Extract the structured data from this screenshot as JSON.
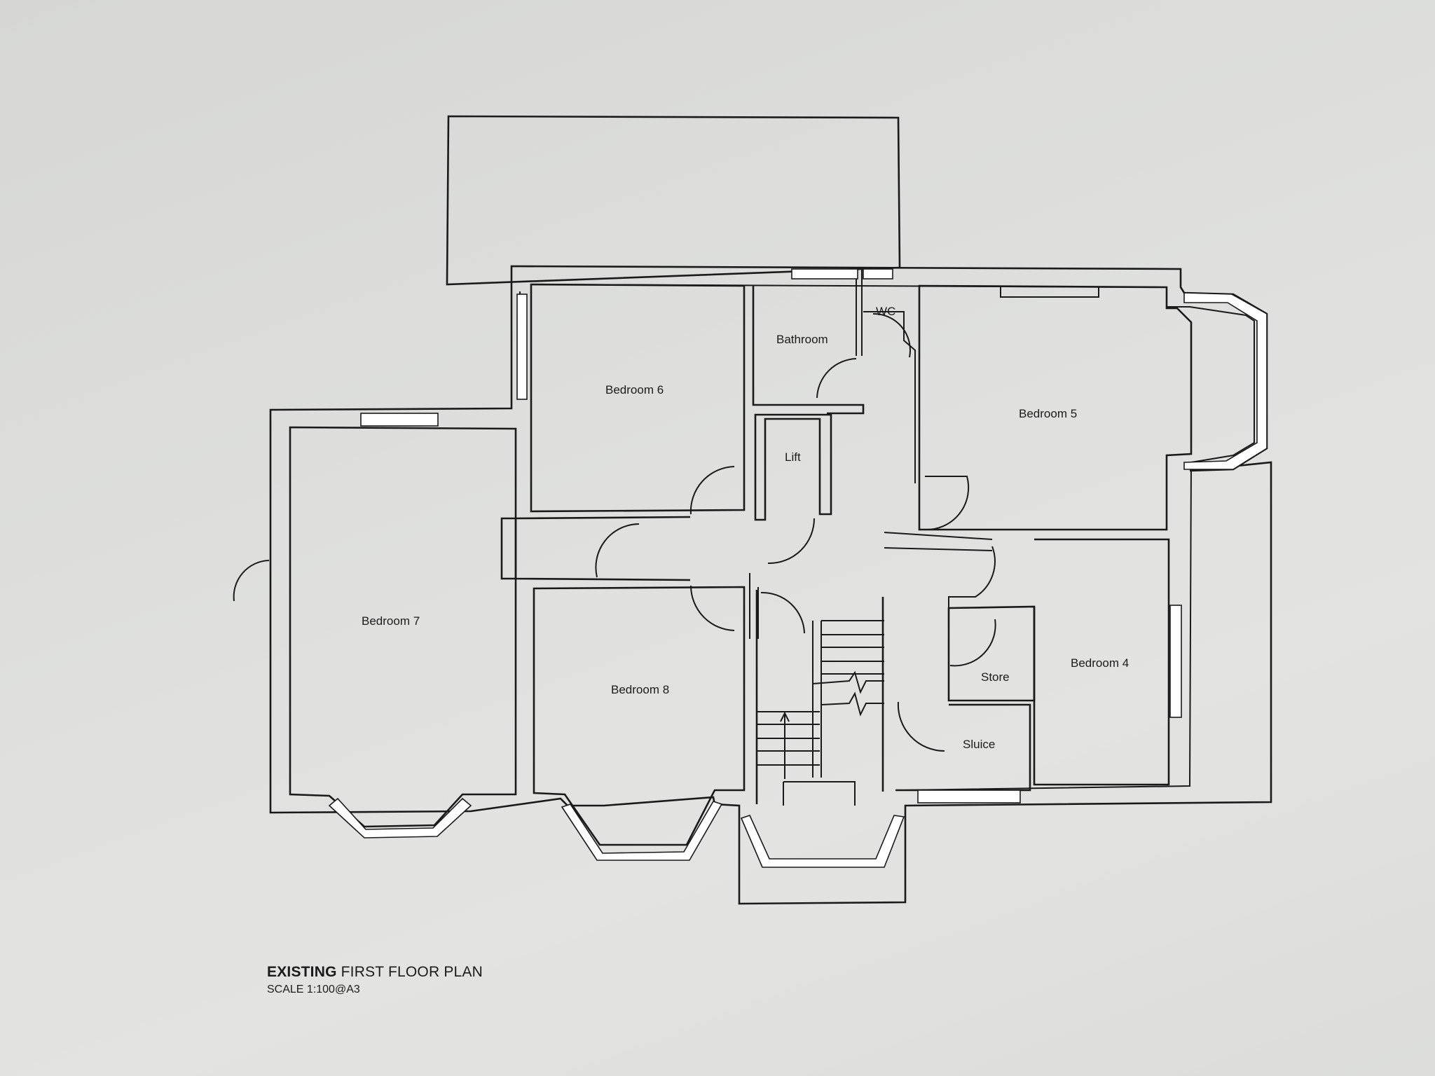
{
  "rooms": {
    "bathroom": "Bathroom",
    "wc": "WC",
    "bedroom6": "Bedroom 6",
    "bedroom5": "Bedroom 5",
    "lift": "Lift",
    "bedroom7": "Bedroom 7",
    "bedroom8": "Bedroom 8",
    "store": "Store",
    "bedroom4": "Bedroom 4",
    "sluice": "Sluice"
  },
  "title": {
    "prefix": "EXISTING",
    "rest": " FIRST FLOOR PLAN",
    "scale": "SCALE 1:100@A3"
  }
}
